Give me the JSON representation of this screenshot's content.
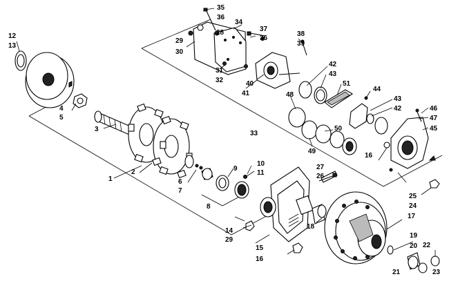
{
  "callouts": [
    "1",
    "2",
    "3",
    "4",
    "5",
    "6",
    "7",
    "8",
    "9",
    "10",
    "11",
    "12",
    "13",
    "14",
    "15",
    "16",
    "16",
    "16",
    "17",
    "18",
    "19",
    "20",
    "21",
    "22",
    "23",
    "24",
    "25",
    "26",
    "27",
    "28",
    "29",
    "29",
    "30",
    "31",
    "32",
    "33",
    "34",
    "35",
    "36",
    "36",
    "37",
    "38",
    "39",
    "40",
    "41",
    "42",
    "42",
    "43",
    "43",
    "44",
    "45",
    "46",
    "47",
    "48",
    "49",
    "50",
    "51"
  ]
}
